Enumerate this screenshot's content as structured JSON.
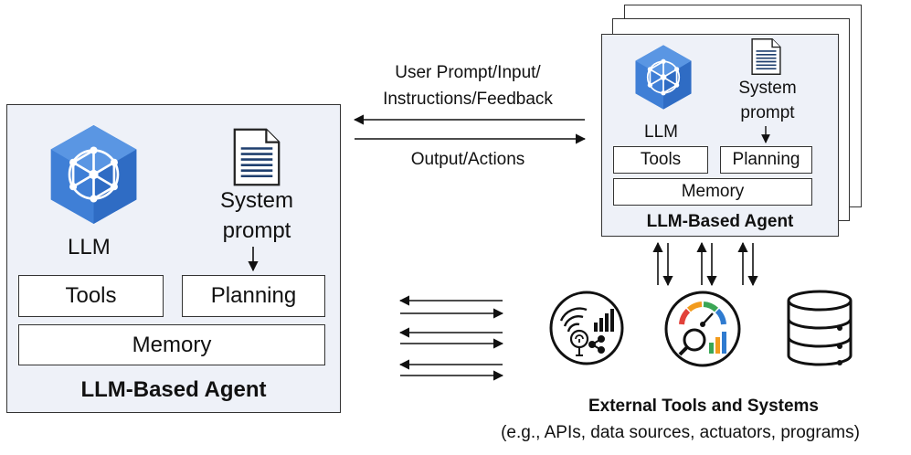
{
  "left_agent": {
    "llm_label": "LLM",
    "system_prompt_line1": "System",
    "system_prompt_line2": "prompt",
    "tools_label": "Tools",
    "planning_label": "Planning",
    "memory_label": "Memory",
    "agent_label": "LLM-Based Agent"
  },
  "right_agent": {
    "llm_label": "LLM",
    "system_prompt_line1": "System",
    "system_prompt_line2": "prompt",
    "tools_label": "Tools",
    "planning_label": "Planning",
    "memory_label": "Memory",
    "agent_label": "LLM-Based Agent"
  },
  "connections": {
    "input_line1": "User Prompt/Input/",
    "input_line2": "Instructions/Feedback",
    "output_label": "Output/Actions"
  },
  "external": {
    "title": "External Tools and Systems",
    "subtitle": "(e.g., APIs, data sources, actuators, programs)",
    "icons": [
      "iot-network-icon",
      "analytics-dashboard-icon",
      "database-icon"
    ]
  },
  "colors": {
    "agent_fill": "#eef1f8",
    "llm_blue": "#3f7fd6",
    "llm_dark": "#2a5fae",
    "gauge_red": "#e2413a",
    "gauge_orange": "#f29b1d",
    "gauge_green": "#3aa655",
    "gauge_blue": "#2f7bd0"
  }
}
